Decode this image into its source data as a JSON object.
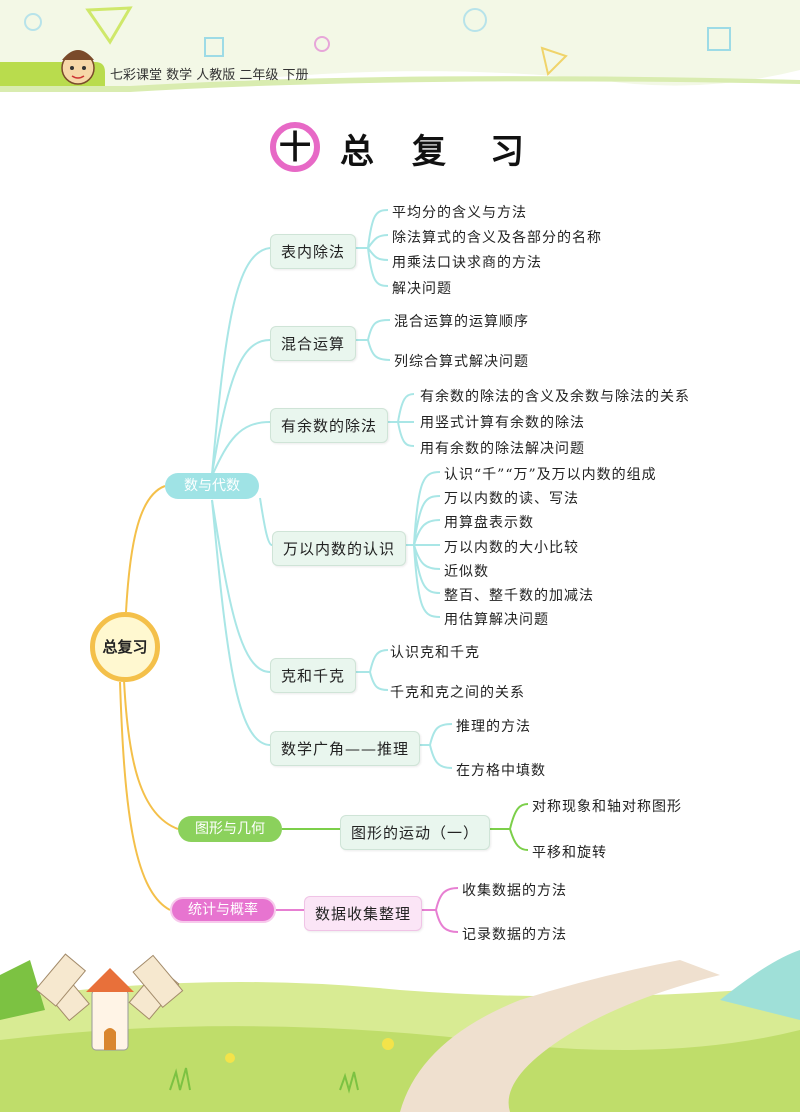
{
  "header": {
    "text": "七彩课堂  数学  人教版  二年级  下册"
  },
  "title": {
    "number": "十",
    "chars": [
      "总",
      "复",
      "习"
    ]
  },
  "root": {
    "label": "总复习"
  },
  "branches": {
    "number": "数与代数",
    "shape": "图形与几何",
    "stats": "统计与概率"
  },
  "categories": [
    {
      "label": "表内除法",
      "items": [
        "平均分的含义与方法",
        "除法算式的含义及各部分的名称",
        "用乘法口诀求商的方法",
        "解决问题"
      ]
    },
    {
      "label": "混合运算",
      "items": [
        "混合运算的运算顺序",
        "列综合算式解决问题"
      ]
    },
    {
      "label": "有余数的除法",
      "items": [
        "有余数的除法的含义及余数与除法的关系",
        "用竖式计算有余数的除法",
        "用有余数的除法解决问题"
      ]
    },
    {
      "label": "万以内数的认识",
      "items": [
        "认识“千”“万”及万以内数的组成",
        "万以内数的读、写法",
        "用算盘表示数",
        "万以内数的大小比较",
        "近似数",
        "整百、整千数的加减法",
        "用估算解决问题"
      ]
    },
    {
      "label": "克和千克",
      "items": [
        "认识克和千克",
        "千克和克之间的关系"
      ]
    },
    {
      "label": "数学广角——推理",
      "items": [
        "推理的方法",
        "在方格中填数"
      ]
    },
    {
      "label": "图形的运动（一）",
      "items": [
        "对称现象和轴对称图形",
        "平移和旋转"
      ]
    },
    {
      "label": "数据收集整理",
      "items": [
        "收集数据的方法",
        "记录数据的方法"
      ]
    }
  ]
}
